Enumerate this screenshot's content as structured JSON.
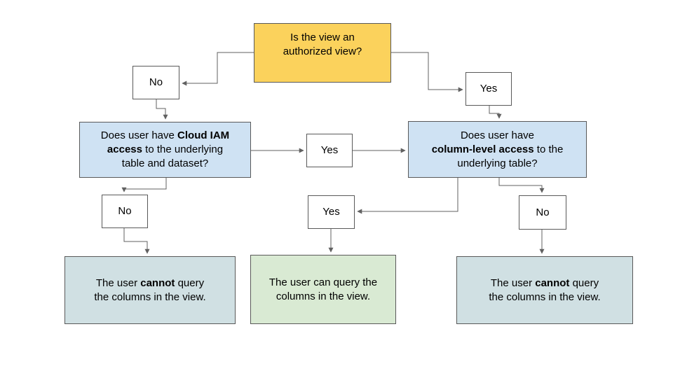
{
  "diagram": {
    "title_semantic": "authorized-view-access-flowchart",
    "palette": {
      "decision_root_fill": "#fbd25c",
      "question_fill": "#cfe2f3",
      "outcome_negative_fill": "#d0e0e3",
      "outcome_positive_fill": "#d9ead3",
      "box_border": "#595959",
      "connector": "#616161",
      "text": "#000000",
      "background": "#ffffff"
    },
    "nodes": {
      "root": {
        "text": "Is the view an\nauthorized view?"
      },
      "no1": {
        "label": "No"
      },
      "yes1": {
        "label": "Yes"
      },
      "q_iam": {
        "l1a": "Does user have ",
        "l1b": "Cloud IAM",
        "l2b": "access",
        "l2a": " to the underlying",
        "l3": "table and dataset?"
      },
      "yes_mid": {
        "label": "Yes"
      },
      "q_col": {
        "l1": "Does user have",
        "l2b": "column-level access",
        "l2a": " to the",
        "l3": "underlying table?"
      },
      "no2": {
        "label": "No"
      },
      "yes2": {
        "label": "Yes"
      },
      "no3": {
        "label": "No"
      },
      "out_left": {
        "l1a": "The user ",
        "l1b": "cannot",
        "l1c": " query",
        "l2": "the columns in the view."
      },
      "out_mid": {
        "text": "The user can query the\ncolumns in the view."
      },
      "out_right": {
        "l1a": "The user ",
        "l1b": "cannot",
        "l1c": " query",
        "l2": "the columns in the view."
      }
    }
  }
}
